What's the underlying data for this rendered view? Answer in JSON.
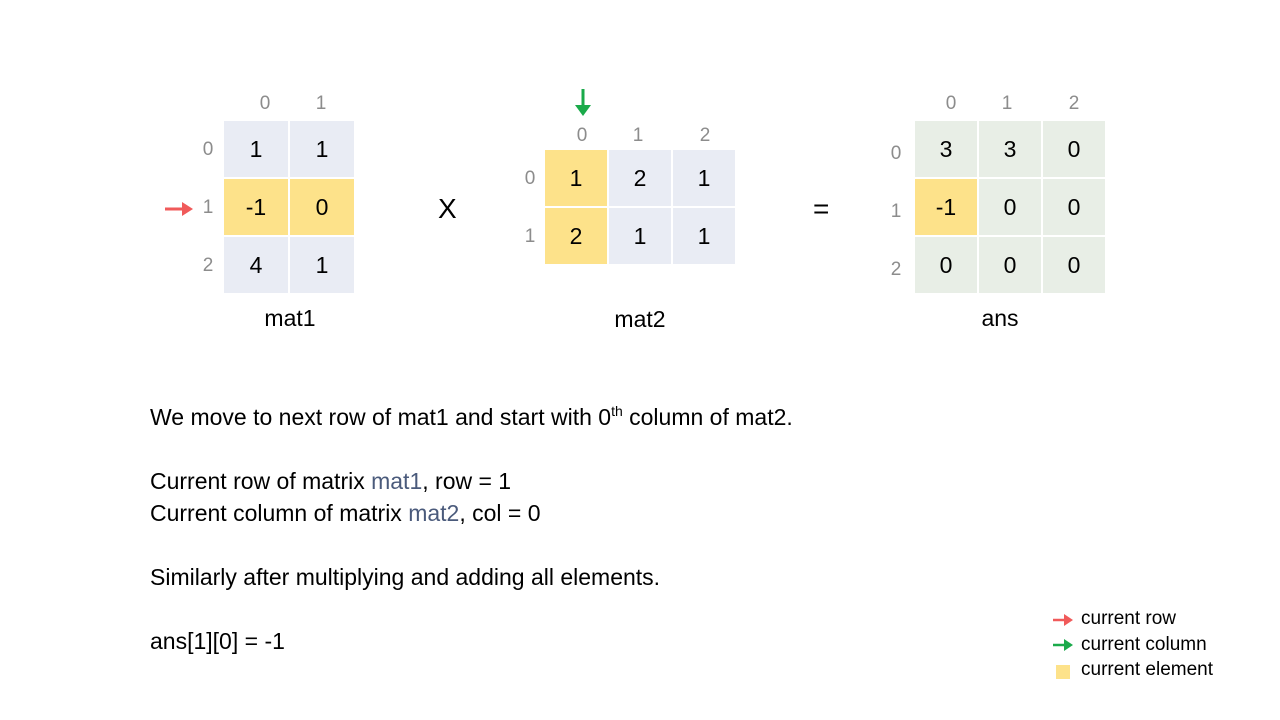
{
  "mat1": {
    "label": "mat1",
    "col_indices": [
      "0",
      "1"
    ],
    "row_indices": [
      "0",
      "1",
      "2"
    ],
    "rows": [
      [
        "1",
        "1"
      ],
      [
        "-1",
        "0"
      ],
      [
        "4",
        "1"
      ]
    ]
  },
  "mat2": {
    "label": "mat2",
    "col_indices": [
      "0",
      "1",
      "2"
    ],
    "row_indices": [
      "0",
      "1"
    ],
    "rows": [
      [
        "1",
        "2",
        "1"
      ],
      [
        "2",
        "1",
        "1"
      ]
    ]
  },
  "ans": {
    "label": "ans",
    "col_indices": [
      "0",
      "1",
      "2"
    ],
    "row_indices": [
      "0",
      "1",
      "2"
    ],
    "rows": [
      [
        "3",
        "3",
        "0"
      ],
      [
        "-1",
        "0",
        "0"
      ],
      [
        "0",
        "0",
        "0"
      ]
    ]
  },
  "operators": {
    "multiply": "X",
    "equals": "="
  },
  "text": {
    "line1_a": "We move to next row of mat1 and start with 0",
    "line1_sup": "th",
    "line1_b": " column of mat2.",
    "line2_a": "Current row of matrix ",
    "line2_ref": "mat1",
    "line2_b": ", row = 1",
    "line3_a": "Current column of matrix ",
    "line3_ref": "mat2",
    "line3_b": ", col = 0",
    "line4": "Similarly after multiplying and adding all elements.",
    "line5": "ans[1][0] = -1"
  },
  "legend": {
    "row": "current row",
    "column": "current column",
    "element": "current element"
  },
  "colors": {
    "row_arrow": "#f05a5a",
    "column_arrow": "#1aaa4a",
    "highlight": "#fde28a",
    "mat_cell": "#e9ecf4",
    "ans_cell": "#e8eee6"
  }
}
